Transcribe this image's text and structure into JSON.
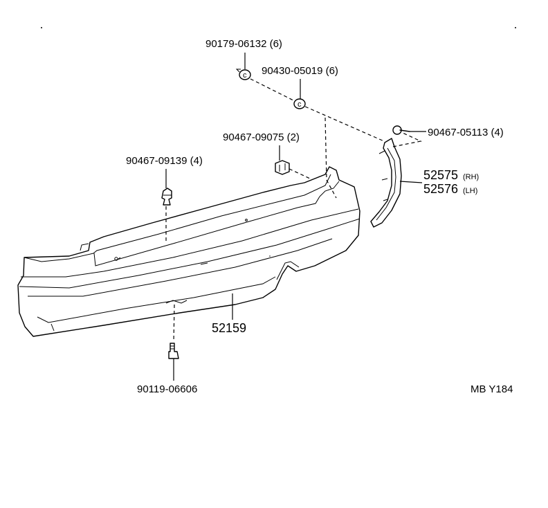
{
  "diagram": {
    "callouts": {
      "clip_top": "90179-06132 (6)",
      "grommet": "90430-05019 (6)",
      "clip_upper": "90467-09075 (2)",
      "screw_bracket": "90467-05113 (4)",
      "clip_left": "90467-09139 (4)",
      "bumper_cover": "52159",
      "bracket_rh": "52575",
      "bracket_rh_side": "(RH)",
      "bracket_lh": "52576",
      "bracket_lh_side": "(LH)",
      "bolt_bottom": "90119-06606"
    },
    "figure_code": "MB Y184"
  }
}
